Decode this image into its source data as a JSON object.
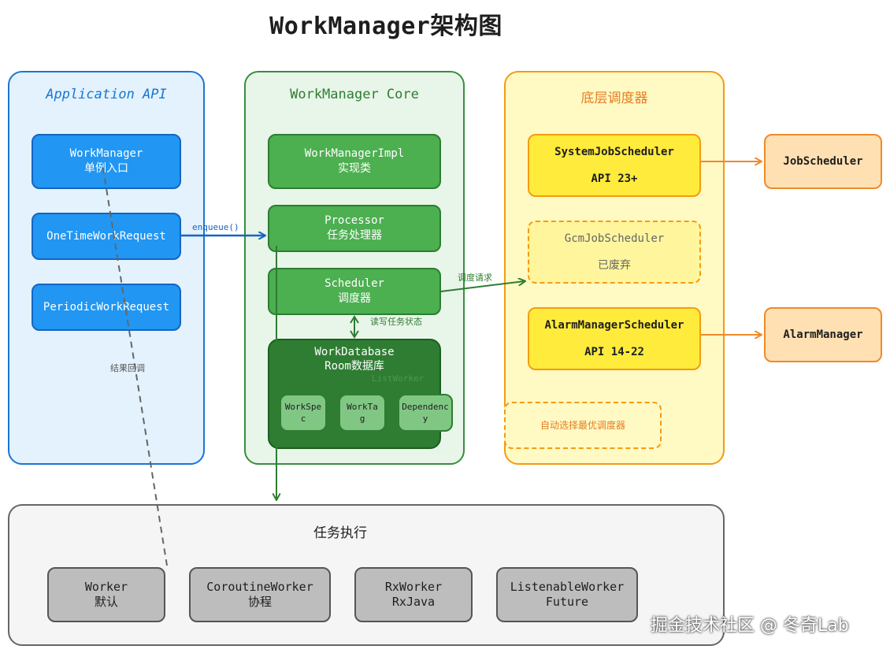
{
  "title": "WorkManager架构图",
  "panels": {
    "app": {
      "title": "Application API"
    },
    "core": {
      "title": "WorkManager Core"
    },
    "scheduler": {
      "title": "底层调度器"
    },
    "exec": {
      "title": "任务执行"
    }
  },
  "app_boxes": {
    "wm": {
      "line1": "WorkManager",
      "line2": "单例入口"
    },
    "onetime": {
      "line1": "OneTimeWorkRequest"
    },
    "periodic": {
      "line1": "PeriodicWorkRequest"
    }
  },
  "core_boxes": {
    "impl": {
      "line1": "WorkManagerImpl",
      "line2": "实现类"
    },
    "processor": {
      "line1": "Processor",
      "line2": "任务处理器"
    },
    "scheduler": {
      "line1": "Scheduler",
      "line2": "调度器"
    },
    "db": {
      "line1": "WorkDatabase",
      "line2": "Room数据库",
      "ghost": "ListWorker"
    },
    "workspec": {
      "line1": "WorkSpe",
      "line2": "c"
    },
    "worktag": {
      "line1": "WorkTa",
      "line2": "g"
    },
    "dependency": {
      "line1": "Dependenc",
      "line2": "y"
    }
  },
  "scheduler_boxes": {
    "system": {
      "line1": "SystemJobScheduler",
      "line2": "API 23+"
    },
    "gcm": {
      "line1": "GcmJobScheduler",
      "line2": "已废弃"
    },
    "alarm": {
      "line1": "AlarmManagerScheduler",
      "line2": "API 14-22"
    },
    "auto": {
      "line1": "自动选择最优调度器"
    }
  },
  "external": {
    "jobscheduler": "JobScheduler",
    "alarmmanager": "AlarmManager"
  },
  "workers": {
    "worker": {
      "line1": "Worker",
      "line2": "默认"
    },
    "coroutine": {
      "line1": "CoroutineWorker",
      "line2": "协程"
    },
    "rx": {
      "line1": "RxWorker",
      "line2": "RxJava"
    },
    "listenable": {
      "line1": "ListenableWorker",
      "line2": "Future"
    }
  },
  "edges": {
    "enqueue": "enqueue()",
    "schedule_request": "调度请求",
    "rw_state": "读写任务状态",
    "result_callback": "结果回调"
  },
  "watermark": "掘金技术社区 @ 冬奇Lab",
  "colors": {
    "app_fill": "#e3f2fd",
    "app_stroke": "#1976d2",
    "core_fill": "#e8f5e9",
    "core_stroke": "#388e3c",
    "sched_fill": "#fff9c4",
    "sched_stroke": "#f39c12",
    "exec_fill": "#f5f5f5",
    "exec_stroke": "#666666"
  }
}
